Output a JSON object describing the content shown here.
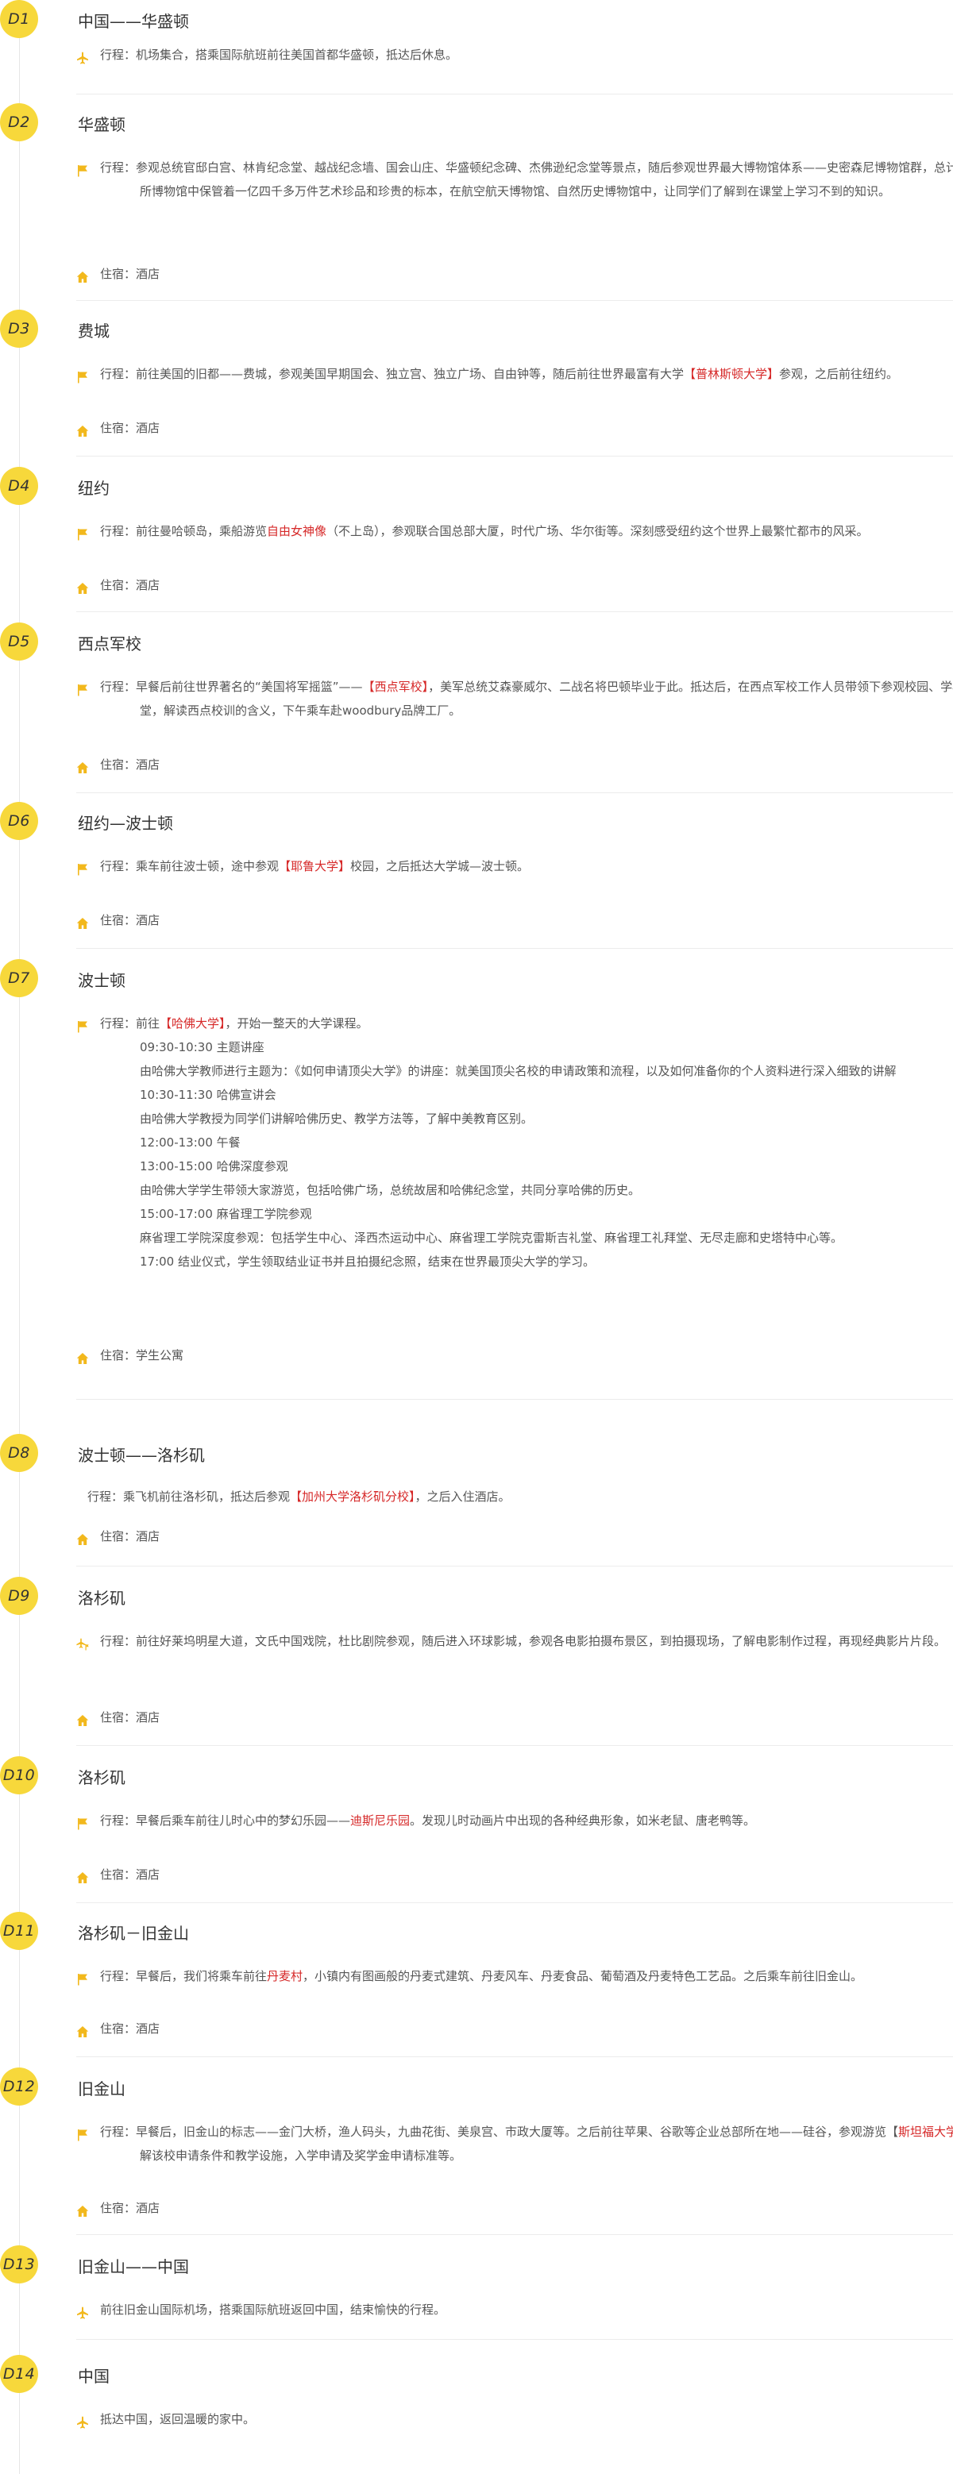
{
  "labels": {
    "itinerary": "行程：",
    "lodging": "住宿："
  },
  "days": [
    {
      "badge": "D1",
      "title": "中国——华盛顿",
      "itinerary_icon": "plane-icon",
      "itinerary": [
        {
          "t": "机场集合，搭乘国际航班前往美国首都华盛顿，抵达后休息。"
        }
      ],
      "lodging": null
    },
    {
      "badge": "D2",
      "title": "华盛顿",
      "itinerary_icon": "flag-icon",
      "itinerary": [
        {
          "t": "参观总统官邸白宫、林肯纪念堂、越战纪念墙、国会山庄、华盛顿纪念碑、杰佛逊纪念堂等景点，随后参观世界最大博物馆体系——史密森尼博物馆群，总计十六所博物馆中保管着一亿四千多万件艺术珍品和珍贵的标本，在航空航天博物馆、自然历史博物馆中，让同学们了解到在课堂上学习不到的知识。"
        }
      ],
      "lodging": "酒店"
    },
    {
      "badge": "D3",
      "title": "费城",
      "itinerary_icon": "flag-icon",
      "itinerary": [
        {
          "t": "前往美国的旧都——费城，参观美国早期国会、独立宫、独立广场、自由钟等，随后前往世界最富有大学"
        },
        {
          "t": "【普林斯顿大学】",
          "hl": true
        },
        {
          "t": "参观，之后前往纽约。"
        }
      ],
      "lodging": "酒店"
    },
    {
      "badge": "D4",
      "title": "纽约",
      "itinerary_icon": "flag-icon",
      "itinerary": [
        {
          "t": "前往曼哈顿岛，乘船游览"
        },
        {
          "t": "自由女神像",
          "hl": true
        },
        {
          "t": "（不上岛），参观联合国总部大厦，时代广场、华尔街等。深刻感受纽约这个世界上最繁忙都市的风采。"
        }
      ],
      "lodging": "酒店"
    },
    {
      "badge": "D5",
      "title": "西点军校",
      "itinerary_icon": "flag-icon",
      "itinerary": [
        {
          "t": "早餐后前往世界著名的“美国将军摇篮”——"
        },
        {
          "t": "【西点军校】",
          "hl": true
        },
        {
          "t": "，美军总统艾森豪威尔、二战名将巴顿毕业于此。抵达后，在西点军校工作人员带领下参观校园、学校教堂，解读西点校训的含义，下午乘车赴woodbury品牌工厂。"
        }
      ],
      "lodging": "酒店"
    },
    {
      "badge": "D6",
      "title": "纽约—波士顿",
      "itinerary_icon": "flag-icon",
      "itinerary": [
        {
          "t": "乘车前往波士顿，途中参观"
        },
        {
          "t": "【耶鲁大学】",
          "hl": true
        },
        {
          "t": "校园，之后抵达大学城—波士顿。"
        }
      ],
      "lodging": "酒店"
    },
    {
      "badge": "D7",
      "title": "波士顿",
      "itinerary_icon": "flag-icon",
      "itinerary": [
        {
          "t": "前往"
        },
        {
          "t": "【哈佛大学】",
          "hl": true
        },
        {
          "t": "，开始一整天的大学课程。"
        }
      ],
      "schedule": [
        "09:30-10:30  主题讲座",
        "由哈佛大学教师进行主题为：《如何申请顶尖大学》的讲座：就美国顶尖名校的申请政策和流程，以及如何准备你的个人资料进行深入细致的讲解",
        "10:30-11:30  哈佛宣讲会",
        "由哈佛大学教授为同学们讲解哈佛历史、教学方法等，了解中美教育区别。",
        "12:00-13:00  午餐",
        "13:00-15:00  哈佛深度参观",
        "由哈佛大学学生带领大家游览，包括哈佛广场，总统故居和哈佛纪念堂，共同分享哈佛的历史。",
        "15:00-17:00  麻省理工学院参观",
        "麻省理工学院深度参观：包括学生中心、泽西杰运动中心、麻省理工学院克雷斯吉礼堂、麻省理工礼拜堂、无尽走廊和史塔特中心等。",
        "17:00  结业仪式，学生领取结业证书并且拍摄纪念照，结束在世界最顶尖大学的学习。"
      ],
      "lodging": "学生公寓"
    },
    {
      "badge": "D8",
      "title": "波士顿——洛杉矶",
      "itinerary_icon": null,
      "itinerary": [
        {
          "t": "乘飞机前往洛杉矶，抵达后参观"
        },
        {
          "t": "【加州大学洛杉矶分校】",
          "hl": true
        },
        {
          "t": "，之后入住酒店。"
        }
      ],
      "lodging": "酒店"
    },
    {
      "badge": "D9",
      "title": "洛杉矶",
      "itinerary_icon": "plane-flag-icon",
      "itinerary": [
        {
          "t": "前往好莱坞明星大道，文氏中国戏院，杜比剧院参观，随后进入环球影城，参观各电影拍摄布景区，到拍摄现场，了解电影制作过程，再现经典影片片段。"
        }
      ],
      "lodging": "酒店"
    },
    {
      "badge": "D10",
      "title": "洛杉矶",
      "itinerary_icon": "flag-icon",
      "itinerary": [
        {
          "t": "早餐后乘车前往儿时心中的梦幻乐园——"
        },
        {
          "t": "迪斯尼乐园",
          "hl": true
        },
        {
          "t": "。发现儿时动画片中出现的各种经典形象，如米老鼠、唐老鸭等。"
        }
      ],
      "lodging": "酒店"
    },
    {
      "badge": "D11",
      "title": "洛杉矶－旧金山",
      "itinerary_icon": "flag-icon",
      "itinerary": [
        {
          "t": "早餐后，我们将乘车前往"
        },
        {
          "t": "丹麦村",
          "hl": true
        },
        {
          "t": "，小镇内有图画般的丹麦式建筑、丹麦风车、丹麦食品、葡萄酒及丹麦特色工艺品。之后乘车前往旧金山。"
        }
      ],
      "lodging": "酒店"
    },
    {
      "badge": "D12",
      "title": "旧金山",
      "itinerary_icon": "flag-icon",
      "itinerary": [
        {
          "t": "早餐后，旧金山的标志——金门大桥，渔人码头，九曲花街、美泉宫、市政大厦等。之后前往苹果、谷歌等企业总部所在地——硅谷，参观游览【"
        },
        {
          "t": "斯坦福大学",
          "hl": true
        },
        {
          "t": "】，了解该校申请条件和教学设施，入学申请及奖学金申请标准等。"
        }
      ],
      "lodging": "酒店"
    },
    {
      "badge": "D13",
      "title": "旧金山——中国",
      "itinerary_icon": "plane-icon",
      "itinerary": [
        {
          "t": "前往旧金山国际机场，搭乘国际航班返回中国，结束愉快的行程。"
        }
      ],
      "lodging": null,
      "no_label": true
    },
    {
      "badge": "D14",
      "title": "中国",
      "itinerary_icon": "plane-icon",
      "itinerary": [
        {
          "t": "抵达中国，返回温暖的家中。"
        }
      ],
      "lodging": null,
      "no_label": true
    }
  ],
  "colors": {
    "badge": "#f7d83b",
    "icon": "#f2b81c",
    "highlight": "#d62828",
    "text": "#555555",
    "title": "#333333",
    "line": "#e6e6e6"
  }
}
